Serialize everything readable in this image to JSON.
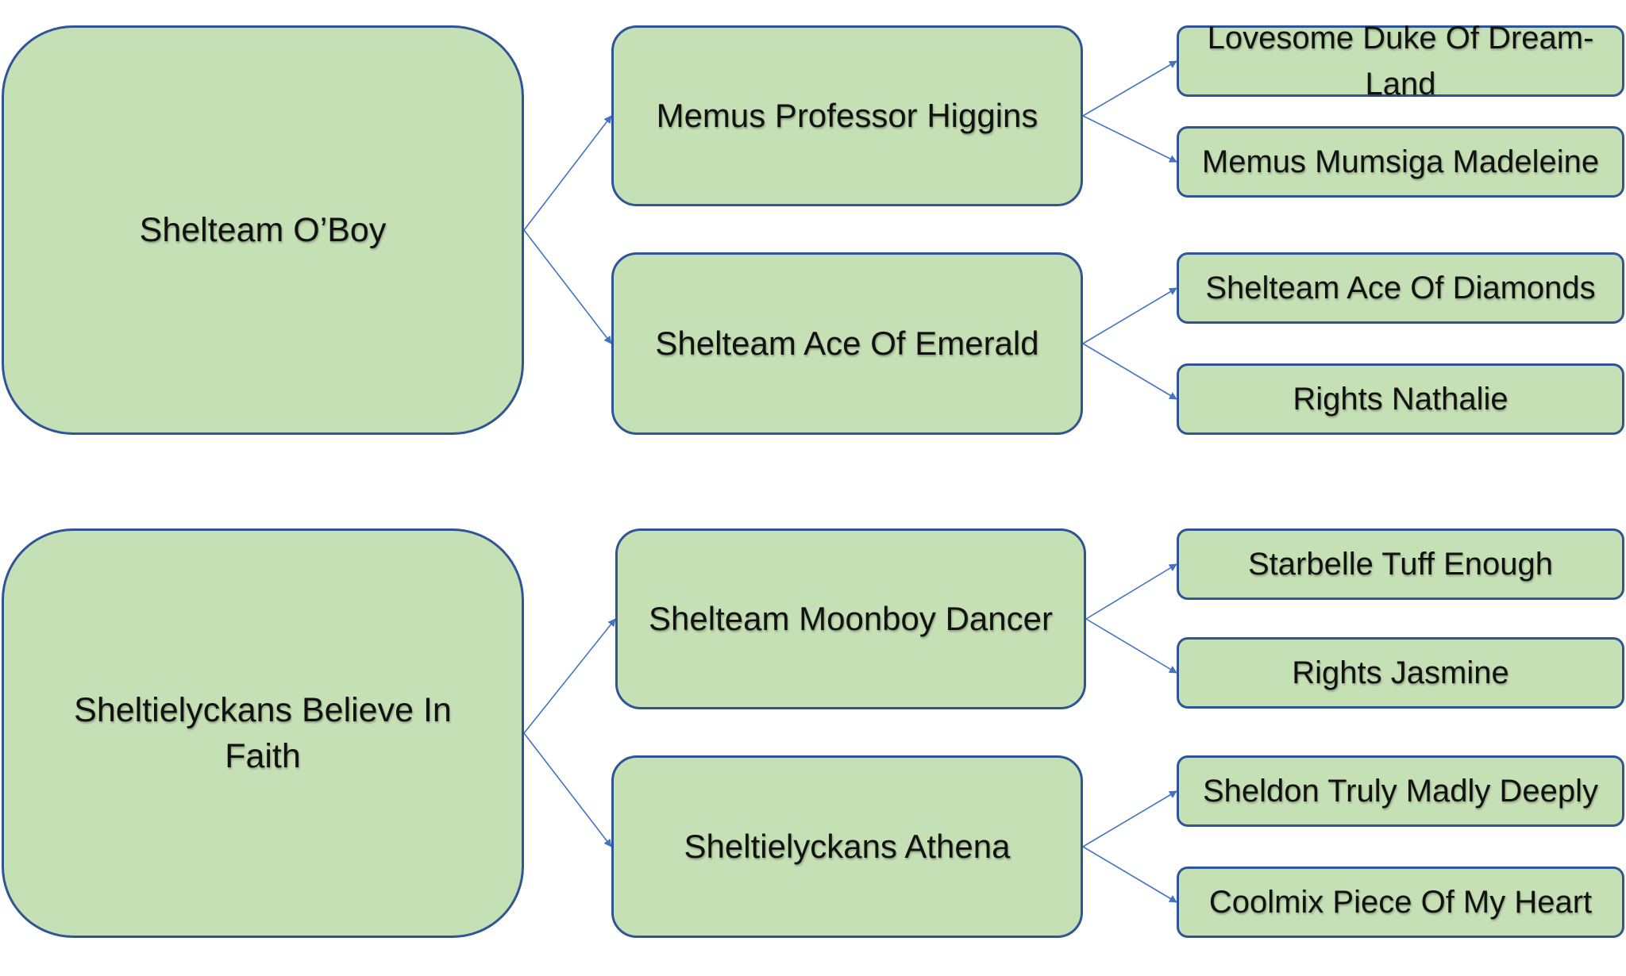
{
  "pedigree": {
    "sire": {
      "name": "Shelteam O’Boy",
      "sire": {
        "name": "Memus Professor Higgins",
        "sire": "Lovesome Duke Of Dream-Land",
        "dam": "Memus Mumsiga Madeleine"
      },
      "dam": {
        "name": "Shelteam Ace Of Emerald",
        "sire": "Shelteam Ace Of Diamonds",
        "dam": "Rights Nathalie"
      }
    },
    "dam": {
      "name": "Sheltielyckans Believe In Faith",
      "sire": {
        "name": "Shelteam Moonboy Dancer",
        "sire": "Starbelle Tuff Enough",
        "dam": "Rights Jasmine"
      },
      "dam": {
        "name": "Sheltielyckans Athena",
        "sire": "Sheldon Truly Madly Deeply",
        "dam": "Coolmix Piece Of My Heart"
      }
    }
  },
  "colors": {
    "box_fill": "#c5e0b4",
    "box_border": "#2f5597",
    "connector": "#4472c4"
  }
}
